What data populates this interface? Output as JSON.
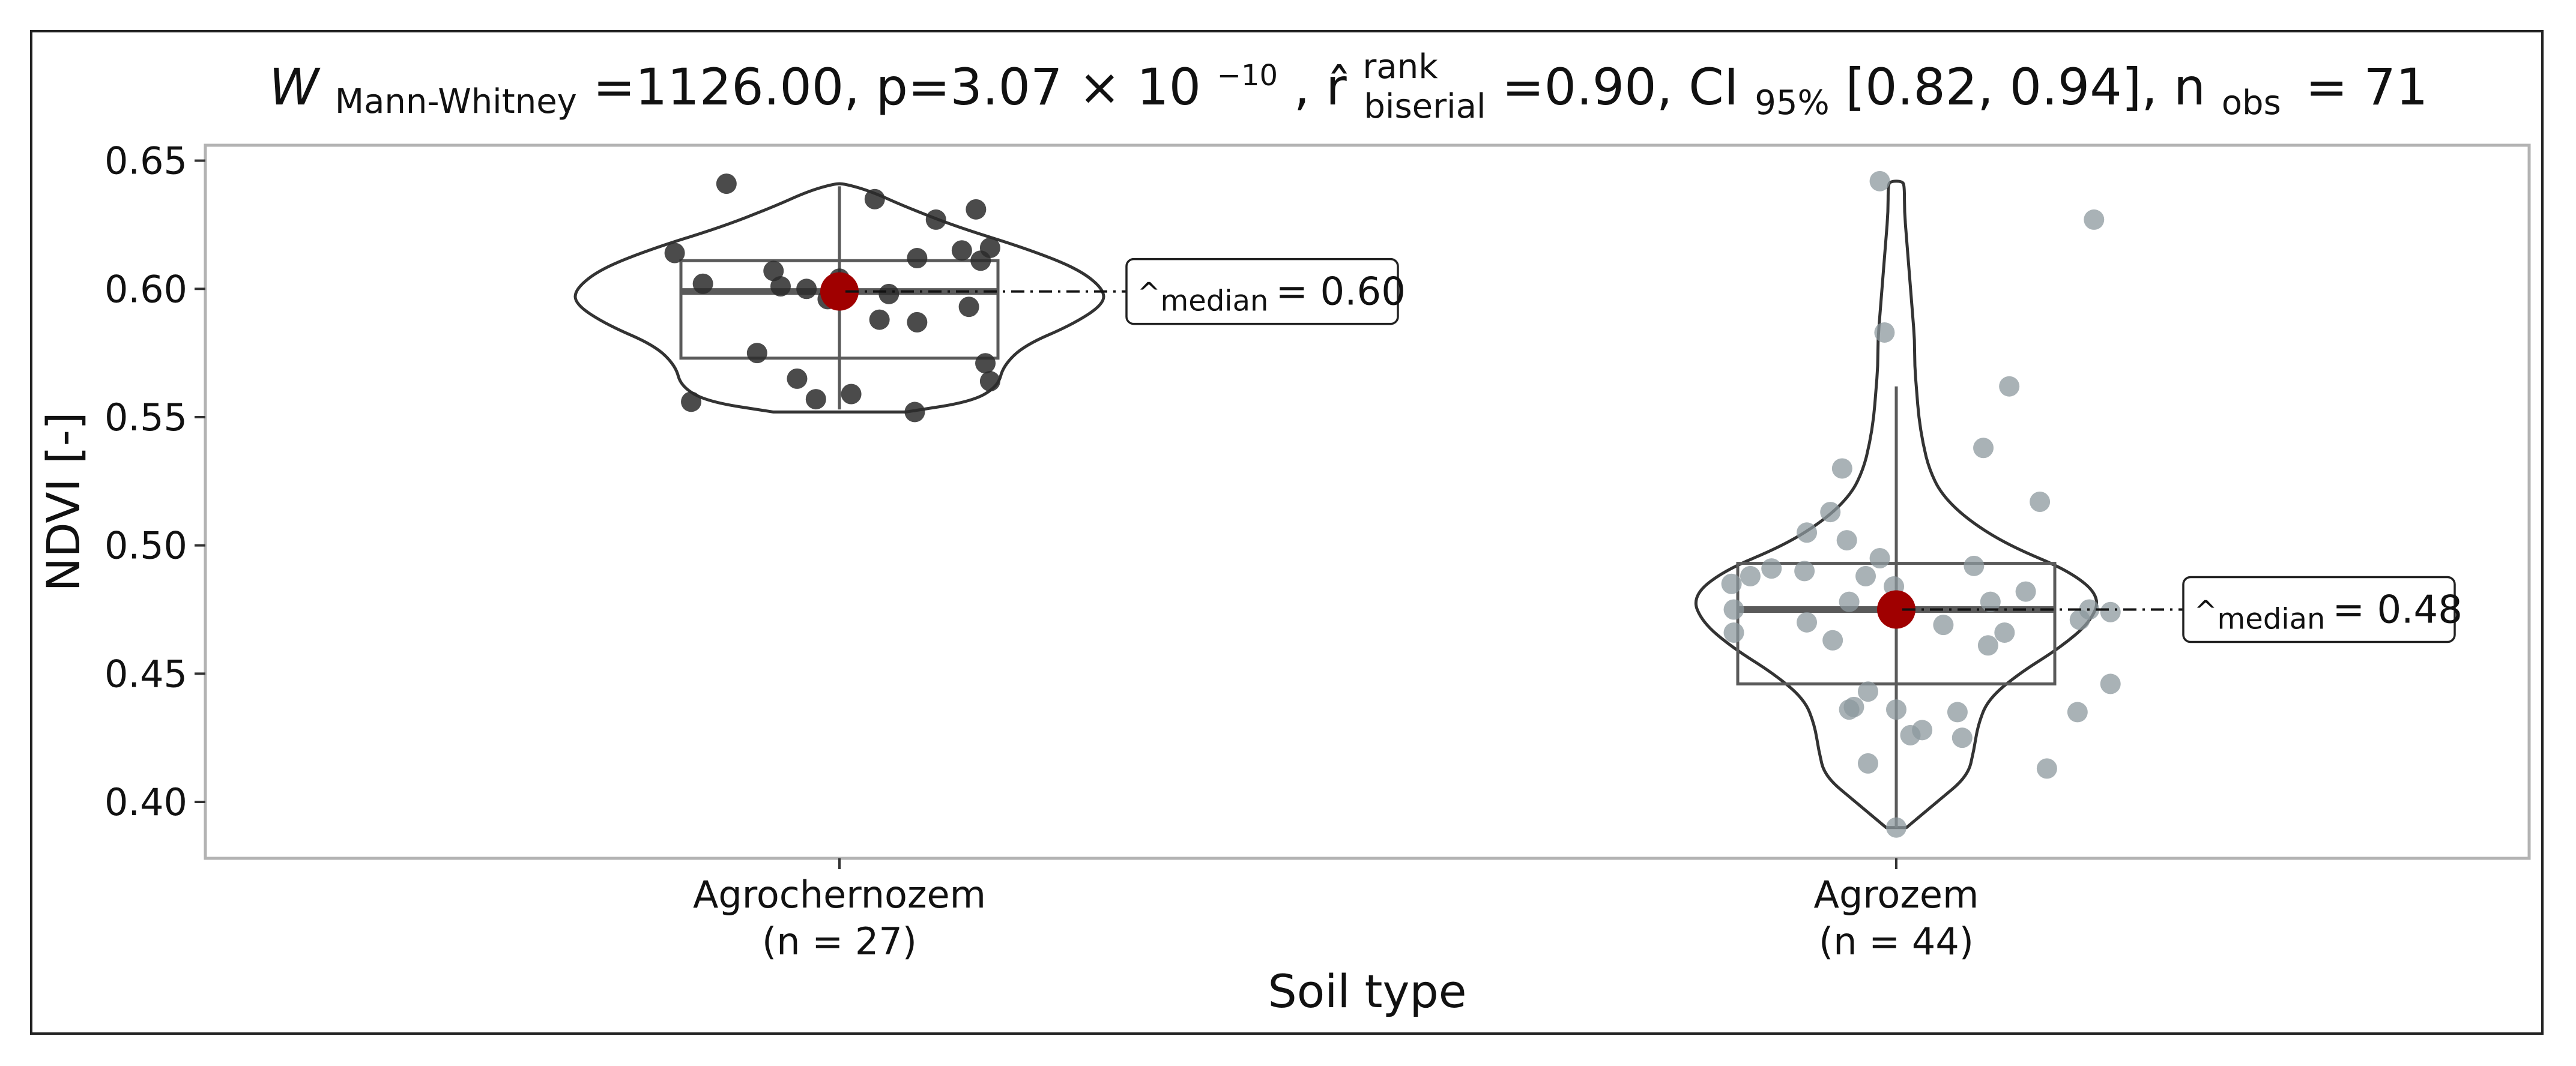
{
  "chart_data": {
    "type": "violin",
    "title": {
      "w_symbol": "W",
      "w_sub": "Mann-Whitney",
      "w_value": " =1126.00, p=3.07 × 10",
      "p_exp": "−10",
      "r_symbol": ", r̂",
      "r_sup": "rank",
      "r_sub": "biserial",
      "r_value": " =0.90, CI",
      "ci_sub": "95%",
      "ci_value": "[0.82, 0.94], n",
      "n_sub": "obs",
      "n_value": "= 71"
    },
    "xlabel": "Soil type",
    "ylabel": "NDVI [-]",
    "ylim": [
      0.378,
      0.656
    ],
    "yticks": [
      0.4,
      0.45,
      0.5,
      0.55,
      0.6,
      0.65
    ],
    "ytick_labels": [
      "0.40",
      "0.45",
      "0.50",
      "0.55",
      "0.60",
      "0.65"
    ],
    "grid": false,
    "groups": [
      {
        "name": "Agrochernozem",
        "n_label": "(n = 27)",
        "color": "#2b2b2b",
        "median": 0.599,
        "q1": 0.573,
        "q3": 0.611,
        "whisker_low": 0.553,
        "whisker_high": 0.64,
        "median_label_prefix": "^",
        "median_label_sub": "median",
        "median_label_value": "= 0.60",
        "violin": [
          [
            0.552,
            0.25
          ],
          [
            0.556,
            0.5
          ],
          [
            0.562,
            0.6
          ],
          [
            0.57,
            0.62
          ],
          [
            0.578,
            0.7
          ],
          [
            0.586,
            0.88
          ],
          [
            0.594,
            1.0
          ],
          [
            0.6,
            1.0
          ],
          [
            0.608,
            0.9
          ],
          [
            0.616,
            0.7
          ],
          [
            0.624,
            0.45
          ],
          [
            0.632,
            0.25
          ],
          [
            0.638,
            0.12
          ],
          [
            0.641,
            0.02
          ]
        ],
        "points": [
          [
            -0.48,
            0.641
          ],
          [
            0.15,
            0.635
          ],
          [
            0.58,
            0.631
          ],
          [
            0.41,
            0.627
          ],
          [
            0.64,
            0.616
          ],
          [
            -0.7,
            0.614
          ],
          [
            0.33,
            0.612
          ],
          [
            0.52,
            0.615
          ],
          [
            0.6,
            0.611
          ],
          [
            -0.28,
            0.607
          ],
          [
            -0.58,
            0.602
          ],
          [
            -0.25,
            0.601
          ],
          [
            -0.14,
            0.6
          ],
          [
            0.0,
            0.604
          ],
          [
            0.21,
            0.598
          ],
          [
            -0.05,
            0.596
          ],
          [
            0.55,
            0.593
          ],
          [
            0.17,
            0.588
          ],
          [
            0.33,
            0.587
          ],
          [
            -0.35,
            0.575
          ],
          [
            0.62,
            0.571
          ],
          [
            -0.18,
            0.565
          ],
          [
            0.64,
            0.564
          ],
          [
            0.05,
            0.559
          ],
          [
            -0.1,
            0.557
          ],
          [
            -0.63,
            0.556
          ],
          [
            0.32,
            0.552
          ]
        ]
      },
      {
        "name": "Agrozem",
        "n_label": "(n = 44)",
        "color": "#8c989e",
        "median": 0.475,
        "q1": 0.446,
        "q3": 0.493,
        "whisker_low": 0.39,
        "whisker_high": 0.562,
        "median_label_prefix": "^",
        "median_label_sub": "median",
        "median_label_value": "= 0.48",
        "violin": [
          [
            0.39,
            0.05
          ],
          [
            0.4,
            0.2
          ],
          [
            0.41,
            0.35
          ],
          [
            0.42,
            0.38
          ],
          [
            0.43,
            0.4
          ],
          [
            0.44,
            0.45
          ],
          [
            0.45,
            0.6
          ],
          [
            0.46,
            0.8
          ],
          [
            0.47,
            0.95
          ],
          [
            0.48,
            1.0
          ],
          [
            0.49,
            0.85
          ],
          [
            0.5,
            0.55
          ],
          [
            0.51,
            0.35
          ],
          [
            0.52,
            0.22
          ],
          [
            0.53,
            0.16
          ],
          [
            0.54,
            0.13
          ],
          [
            0.55,
            0.11
          ],
          [
            0.56,
            0.1
          ],
          [
            0.57,
            0.09
          ],
          [
            0.58,
            0.09
          ],
          [
            0.59,
            0.08
          ],
          [
            0.6,
            0.07
          ],
          [
            0.61,
            0.06
          ],
          [
            0.62,
            0.05
          ],
          [
            0.63,
            0.04
          ],
          [
            0.64,
            0.04
          ],
          [
            0.642,
            0.03
          ]
        ],
        "points": [
          [
            -0.07,
            0.642
          ],
          [
            0.84,
            0.627
          ],
          [
            -0.05,
            0.583
          ],
          [
            0.48,
            0.562
          ],
          [
            0.37,
            0.538
          ],
          [
            0.61,
            0.517
          ],
          [
            -0.23,
            0.53
          ],
          [
            -0.28,
            0.513
          ],
          [
            -0.38,
            0.505
          ],
          [
            -0.21,
            0.502
          ],
          [
            -0.07,
            0.495
          ],
          [
            0.33,
            0.492
          ],
          [
            -0.53,
            0.491
          ],
          [
            -0.39,
            0.49
          ],
          [
            -0.62,
            0.488
          ],
          [
            -0.7,
            0.485
          ],
          [
            -0.13,
            0.488
          ],
          [
            0.55,
            0.482
          ],
          [
            -0.01,
            0.484
          ],
          [
            -0.2,
            0.478
          ],
          [
            0.82,
            0.475
          ],
          [
            0.91,
            0.474
          ],
          [
            -0.69,
            0.475
          ],
          [
            -0.38,
            0.47
          ],
          [
            0.2,
            0.469
          ],
          [
            0.78,
            0.471
          ],
          [
            0.46,
            0.466
          ],
          [
            -0.69,
            0.466
          ],
          [
            -0.27,
            0.463
          ],
          [
            0.39,
            0.461
          ],
          [
            0.91,
            0.446
          ],
          [
            -0.12,
            0.443
          ],
          [
            0.77,
            0.435
          ],
          [
            -0.2,
            0.436
          ],
          [
            0.0,
            0.436
          ],
          [
            0.26,
            0.435
          ],
          [
            0.11,
            0.428
          ],
          [
            0.06,
            0.426
          ],
          [
            0.28,
            0.425
          ],
          [
            0.64,
            0.413
          ],
          [
            -0.12,
            0.415
          ],
          [
            -0.18,
            0.437
          ],
          [
            0.0,
            0.39
          ],
          [
            0.4,
            0.478
          ]
        ]
      }
    ]
  }
}
